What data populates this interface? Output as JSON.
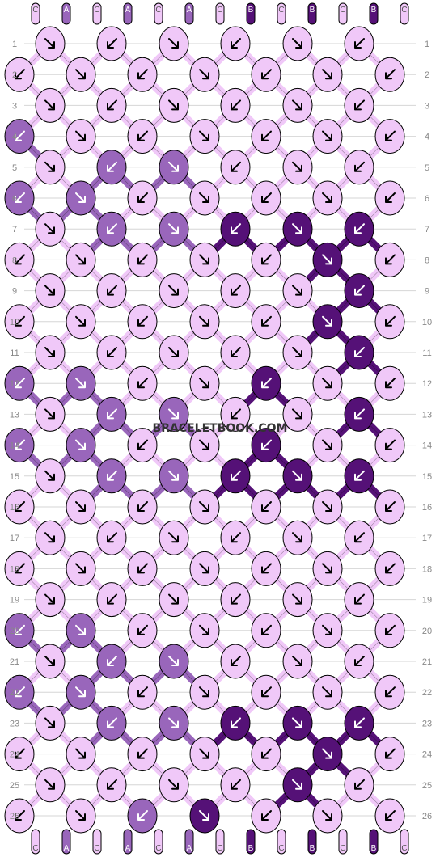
{
  "watermark": "BRACELETBOOK.COM",
  "colors": {
    "A": "#9966bb",
    "B": "#551177",
    "C": "#f0c8f8"
  },
  "columns_top": [
    "C",
    "A",
    "C",
    "A",
    "C",
    "A",
    "C",
    "B",
    "C",
    "B",
    "C",
    "B",
    "C"
  ],
  "columns_bottom": [
    "C",
    "A",
    "C",
    "A",
    "C",
    "A",
    "C",
    "B",
    "C",
    "B",
    "C",
    "B",
    "C"
  ],
  "rows": [
    "1",
    "2",
    "3",
    "4",
    "5",
    "6",
    "7",
    "8",
    "9",
    "10",
    "11",
    "12",
    "13",
    "14",
    "15",
    "16",
    "17",
    "18",
    "19",
    "20",
    "21",
    "22",
    "23",
    "24",
    "25",
    "26"
  ],
  "knots": [
    "CCCCCC",
    "CCCCCCC",
    "CCCCCC",
    "ACCCCC",
    "CAACCC",
    "AACCCC",
    "CAABBB",
    "CCCCCBC",
    "CCCCCB",
    "CCCCCBC",
    "CCCCCB",
    "AACCBC",
    "CAACCB",
    "AACCBC",
    "CAABBB",
    "CCCCCCC",
    "CCCCCC",
    "CCCCCCC",
    "CCCCCC",
    "AACCCC",
    "CAACCC",
    "AACCCC",
    "CAABBB",
    "CCCCCBC",
    "CCCCBC",
    "CCAB CC"
  ]
}
